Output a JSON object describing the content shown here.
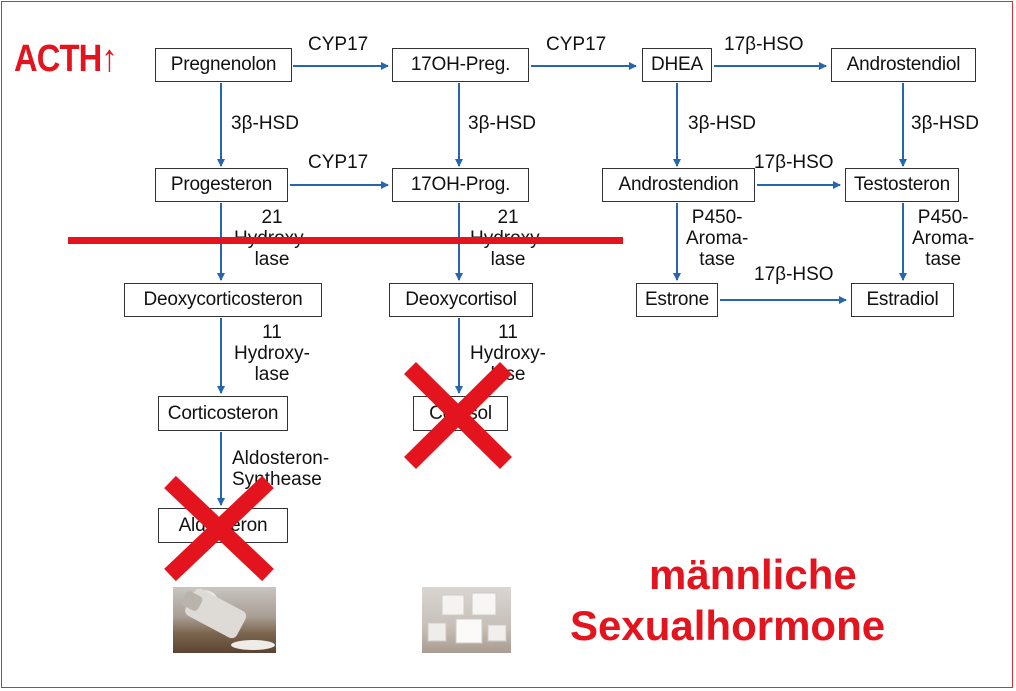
{
  "acth": "ACTH",
  "acth_arrow": "↑",
  "heading": {
    "line1": "männliche",
    "line2": "Sexualhormone"
  },
  "colors": {
    "arrow": "#2566ad",
    "red": "#e3141d"
  },
  "boxes": {
    "pregnenolon": "Pregnenolon",
    "oh_preg": "17OH-Preg.",
    "dhea": "DHEA",
    "androstendiol": "Androstendiol",
    "progesteron": "Progesteron",
    "oh_prog": "17OH-Prog.",
    "androstendion": "Androstendion",
    "testosteron": "Testosteron",
    "deoxycorticosteron": "Deoxycorticosteron",
    "deoxycortisol": "Deoxycortisol",
    "estrone": "Estrone",
    "estradiol": "Estradiol",
    "corticosteron": "Corticosteron",
    "cortisol": "Cortisol",
    "aldosteron": "Aldosteron"
  },
  "labels": {
    "cyp17_a": "CYP17",
    "cyp17_b": "CYP17",
    "hso_a": "17β-HSO",
    "hsd_a": "3β-HSD",
    "hsd_b": "3β-HSD",
    "hsd_c": "3β-HSD",
    "hsd_d": "3β-HSD",
    "cyp17_c": "CYP17",
    "hso_b": "17β-HSO",
    "hydroxylase21_a": "21\nHydroxy-\nlase",
    "hydroxylase21_b": "21\nHydroxy-\nlase",
    "aromatase_a": "P450-\nAroma-\ntase",
    "aromatase_b": "P450-\nAroma-\ntase",
    "hso_c": "17β-HSO",
    "hydroxylase11_a": "11\nHydroxy-\nlase",
    "hydroxylase11_b": "11\nHydroxy-\nlase",
    "aldosynthase": "Aldosteron-\nSynthease"
  },
  "images": {
    "salt": "salt-shaker-photo",
    "sugar": "sugar-cubes-photo"
  }
}
